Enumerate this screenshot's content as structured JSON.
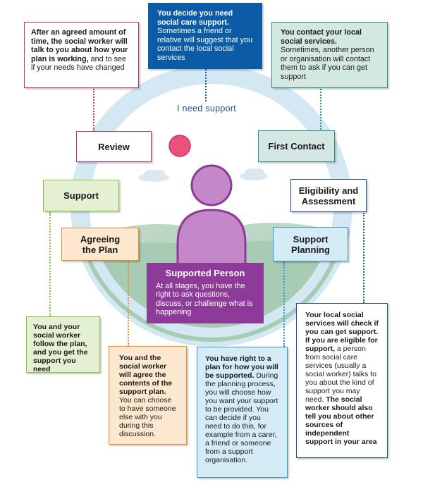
{
  "center": {
    "title": "Supported Person",
    "text": "At all stages, you have the right to ask questions, discuss, or challenge what is happening",
    "need_support": "I need support"
  },
  "stages": {
    "review": "Review",
    "first_contact": "First Contact",
    "support": "Support",
    "eligibility": "Eligibility and Assessment",
    "agreeing": "Agreeing the Plan",
    "planning": "Support Planning"
  },
  "boxes": {
    "decide": {
      "bold": "You decide you need social care support.",
      "text": " Sometimes a friend or relative will suggest that you contact the local social services"
    },
    "contact": {
      "bold": "You contact your local social services.",
      "text": " Sometimes, another person or organisation will contact them to ask if you can get support"
    },
    "review": {
      "bold": "After an agreed amount of time, the social worker will talk to you about how your plan is working,",
      "text": " and to see if your needs have changed"
    },
    "support": {
      "bold": "You and your social worker follow the plan, and you get the support you need",
      "text": ""
    },
    "agree": {
      "bold": "You and the social worker will agree the contents of the support plan.",
      "text": " You can choose to have someone else with you during this discussion."
    },
    "planning": {
      "bold": "You have right to a plan for how you will be supported.",
      "text": " During the planning process, you will choose how you want your support to be provided. You can decide if you need to do this, for example from a carer, a friend or someone from a support organisation."
    },
    "eligibility": {
      "bold1": "Your local social services will check if you can get support. If you are eligible for support,",
      "text": " a person from social care services (usually a social worker) talks to you about the kind of support you may need. ",
      "bold2": "The social worker should also tell you about other sources of independent support in your area"
    }
  },
  "colors": {
    "blue": "#0b5ba6",
    "teal": "#2f8f86",
    "pink": "#c9356b",
    "green": "#8cc043",
    "orange": "#ee8a1e",
    "purple": "#8e3a98",
    "navy": "#1a4f95",
    "lightblue": "#2c9ad4"
  }
}
